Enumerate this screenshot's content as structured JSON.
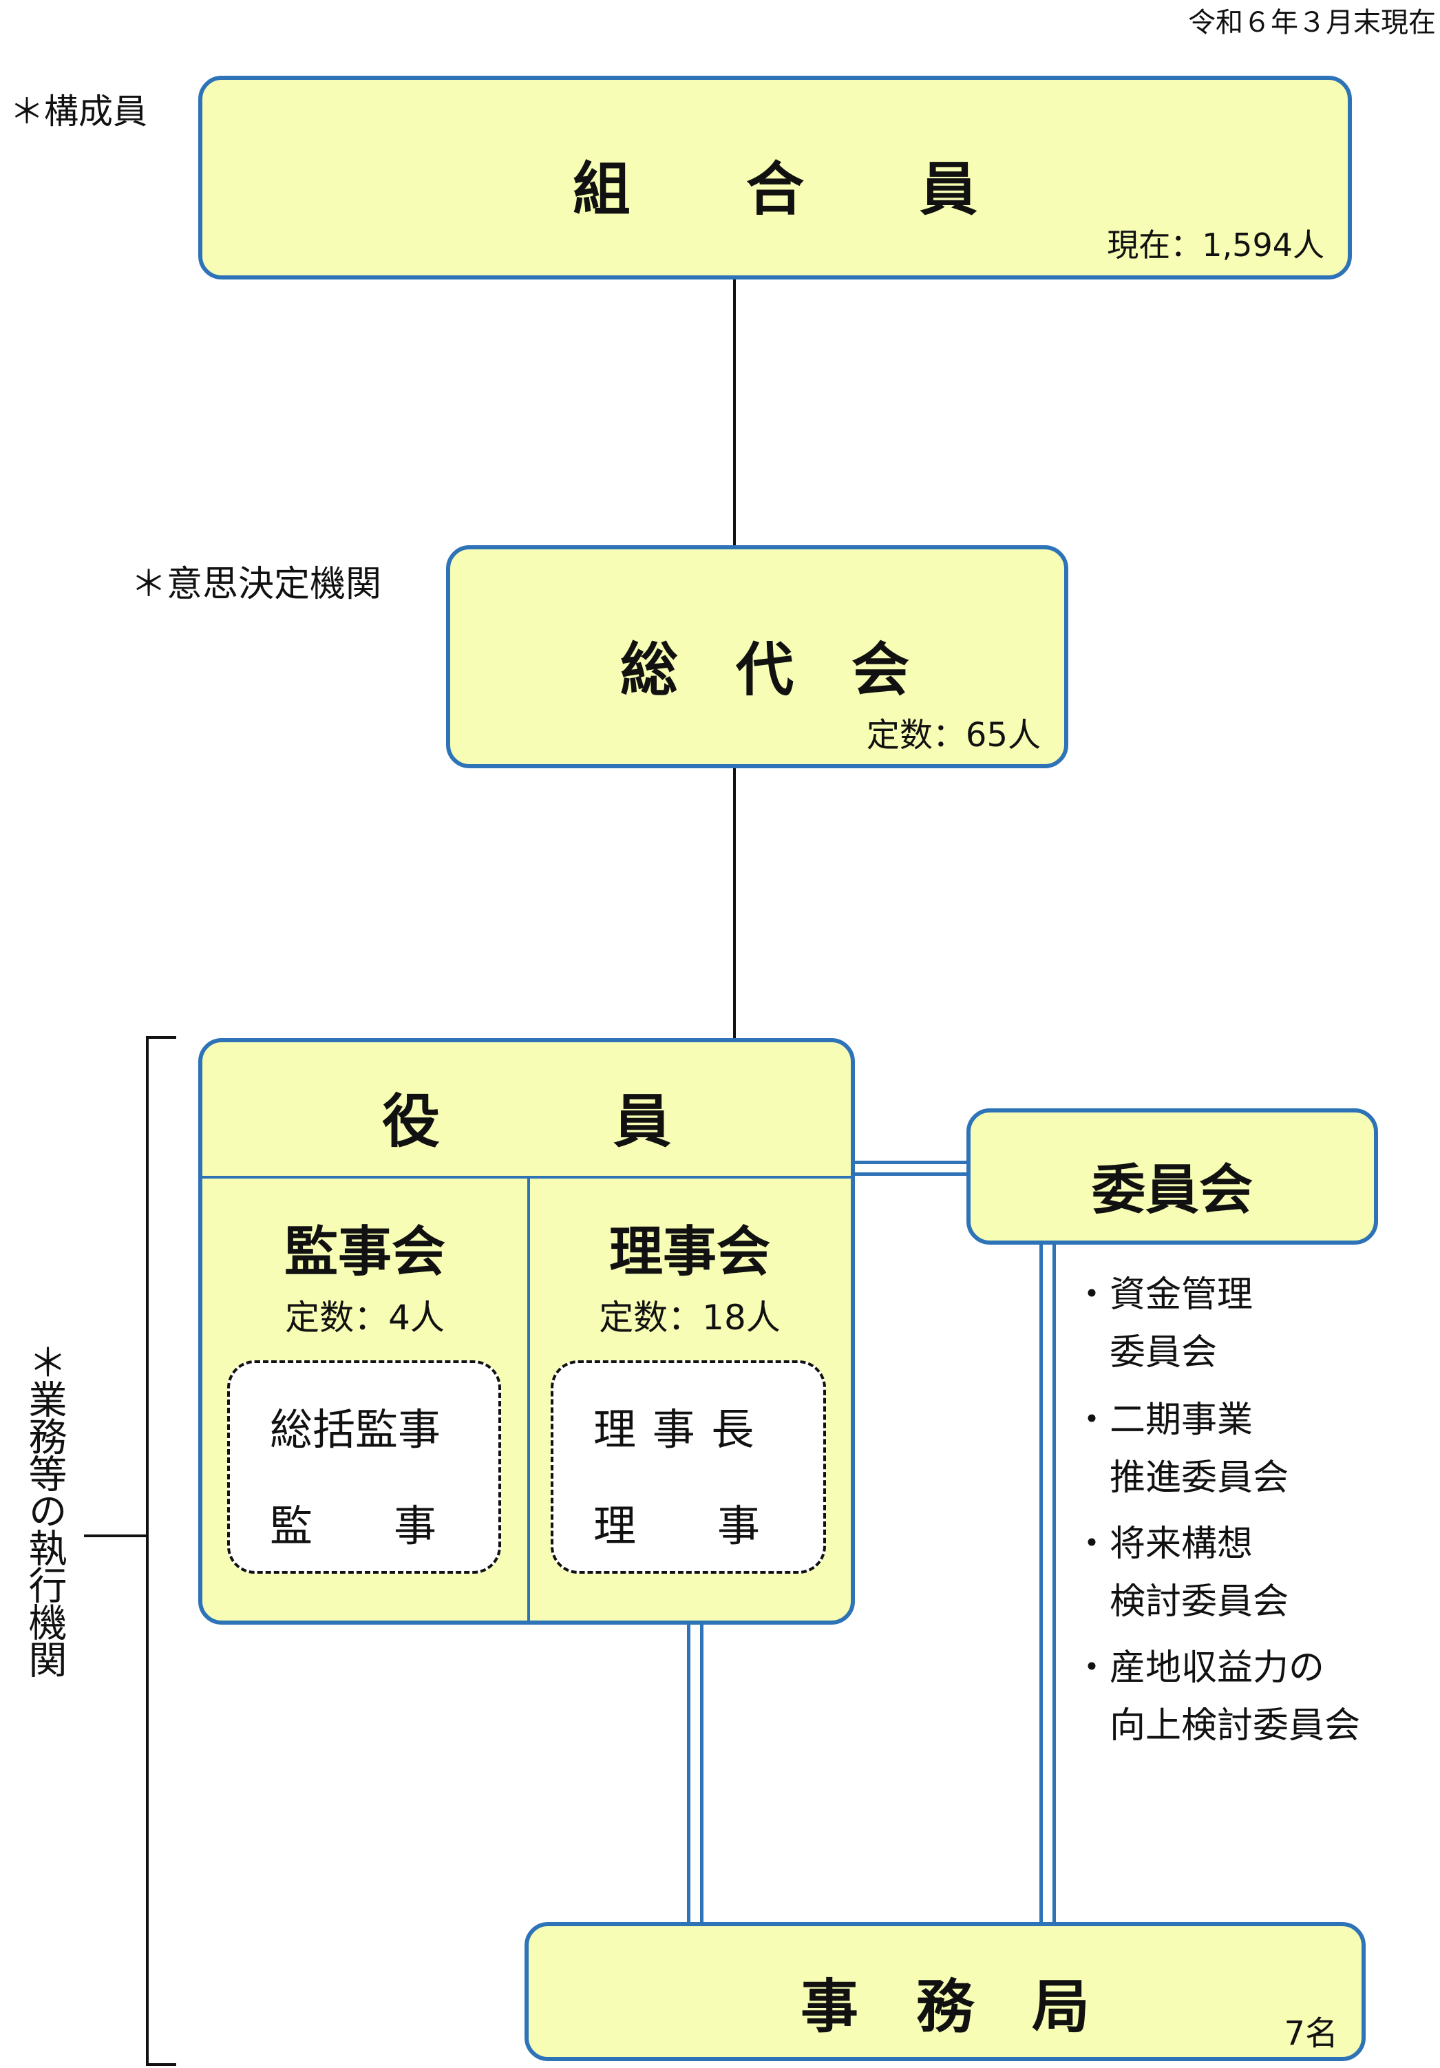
{
  "date": "令和６年３月末現在",
  "labels": {
    "members_role": "＊構成員",
    "decision_role": "＊意思決定機関",
    "exec_role": "＊業務等の執行機関"
  },
  "members": {
    "title": "組　　合　　員",
    "count": "現在：1,594人"
  },
  "general_assembly": {
    "title": "総　代　会",
    "count": "定数：65人"
  },
  "officers": {
    "title": "役　　　員",
    "auditors": {
      "title": "監事会",
      "count": "定数：4人",
      "members": [
        "総括監事",
        "監　　事"
      ]
    },
    "board": {
      "title": "理事会",
      "count": "定数：18人",
      "members": [
        "理 事 長",
        "理　　事"
      ]
    }
  },
  "committees": {
    "title": "委員会",
    "items": [
      [
        "・資金管理",
        "　委員会"
      ],
      [
        "・二期事業",
        "　推進委員会"
      ],
      [
        "・将来構想",
        "　検討委員会"
      ],
      [
        "・産地収益力の",
        "　向上検討委員会"
      ]
    ]
  },
  "secretariat": {
    "title": "事　務　局",
    "count": "7名"
  }
}
